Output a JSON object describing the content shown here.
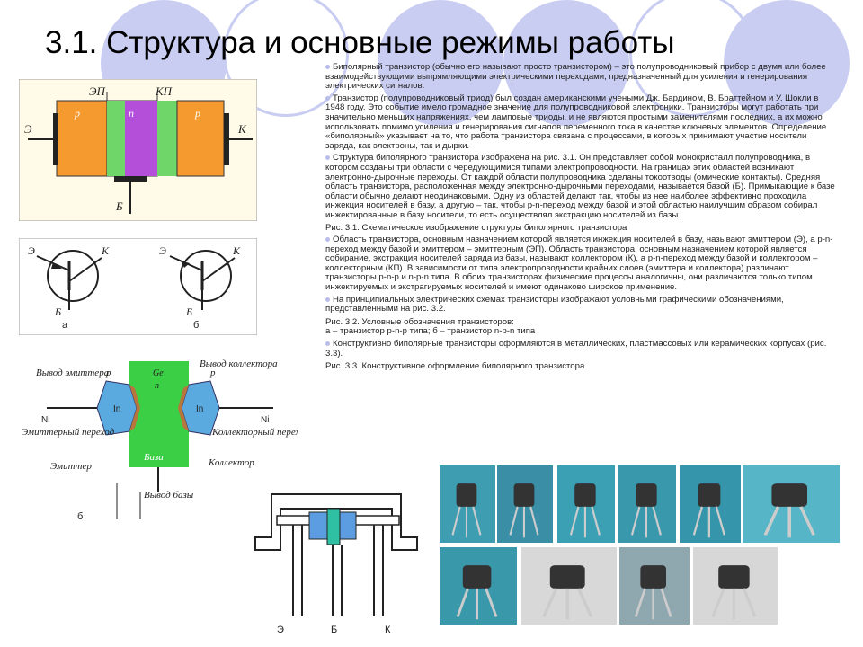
{
  "title": "3.1. Структура и основные режимы работы",
  "paragraphs": [
    {
      "text": "Биполярный транзистор (обычно его называют просто транзистором) – это полупроводниковый прибор с двумя или более взаимодействующими выпрямляющими электрическими переходами, предназначенный для усиления и генерирования электрических сигналов.",
      "bullet": true
    },
    {
      "text": "Транзистор (полупроводниковый триод) был создан американскими учеными Дж. Бардином, В. Браттейном и У. Шокли в 1948 году. Это событие имело громадное значение для полупроводниковой электроники. Транзисторы могут работать при значительно меньших напряжениях, чем ламповые триоды, и не являются простыми заменителями последних, а их можно использовать помимо усиления и генерирования сигналов переменного тока в качестве ключевых элементов. Определение «биполярный» указывает на то, что работа транзистора связана с процессами, в которых принимают участие носители заряда, как электроны, так и дырки.",
      "bullet": true
    },
    {
      "text": "Структура биполярного транзистора изображена на рис. 3.1. Он представляет собой монокристалл полупроводника, в котором созданы три области с чередующимися типами электропроводности. На границах этих областей возникают электронно-дырочные переходы. От каждой области полупроводника сделаны токоотводы (омические контакты). Средняя область транзистора, расположенная между электронно-дырочными переходами, называется базой (Б). Примыкающие к базе области обычно делают неодинаковыми. Одну из областей делают так, чтобы из нее наиболее эффективно проходила инжекция носителей в базу, а другую – так, чтобы р-n-переход между базой и этой областью наилучшим образом собирал инжектированные в базу носители, то есть осуществлял экстракцию носителей из базы.",
      "bullet": true
    },
    {
      "text": "Рис. 3.1. Схематическое изображение структуры биполярного транзистора",
      "bullet": false
    },
    {
      "text": "Область транзистора, основным назначением которой является инжекция носителей в базу, называют эмиттером (Э), а р-n-переход между базой и эмиттером – эмиттерным (ЭП). Область транзистора, основным назначением которой является собирание, экстракция носителей заряда из базы, называют коллектором (К), а р-n-переход между базой и коллектором – коллекторным (КП). В зависимости от типа электропроводности крайних слоев (эмиттера и коллектора) различают транзисторы р-n-р и n-р-n типа. В обоих транзисторах физические процессы аналогичны, они различаются только типом инжектируемых и экстрагируемых носителей и имеют одинаково широкое применение.",
      "bullet": true
    },
    {
      "text": "На принципиальных электрических схемах транзисторы изображают условными графическими обозначениями, представленными на рис. 3.2.",
      "bullet": true
    },
    {
      "text": "Рис. 3.2. Условные обозначения транзисторов:\nа – транзистор р-n-р типа; б – транзистор n-р-n типа",
      "bullet": false
    },
    {
      "text": "Конструктивно биполярные транзисторы оформляются в металлических, пластмассовых или керамических корпусах (рис. 3.3).",
      "bullet": true
    },
    {
      "text": "Рис. 3.3. Конструктивное оформление биполярного транзистора",
      "bullet": false
    }
  ],
  "fig1": {
    "junction1": "ЭП",
    "junction2": "КП",
    "left_region": "p",
    "middle_region": "n",
    "right_region": "p",
    "emitter": "Э",
    "collector": "К",
    "base": "Б"
  },
  "fig2": {
    "emitter_a": "Э",
    "collector_a": "К",
    "base_a": "Б",
    "label_a": "а",
    "emitter_b": "Э",
    "collector_b": "К",
    "base_b": "Б",
    "label_b": "б"
  },
  "fig3": {
    "emitter_lead": "Вывод эмиттера",
    "collector_lead": "Вывод коллектора",
    "emitter_junction": "Эмиттерный переход",
    "collector_junction": "Коллекторный переход",
    "emitter": "Эмиттер",
    "collector": "Коллектор",
    "base_lead": "Вывод базы",
    "base": "База",
    "ni_left": "Ni",
    "ni_right": "Ni",
    "in_left": "In",
    "in_right": "In",
    "ge": "Ge",
    "n": "n",
    "p_left": "p",
    "p_right": "p",
    "label": "б"
  },
  "fig4": {
    "e": "Э",
    "b": "Б",
    "k": "К"
  },
  "photo_colors": [
    "#3e9db1",
    "#3a8fa6",
    "#3ba0b4",
    "#3a98ad",
    "#3595ab",
    "#56b5c7",
    "#3a98ab",
    "#d8d8d8",
    "#8fa8b0",
    "#d7d7d7"
  ]
}
